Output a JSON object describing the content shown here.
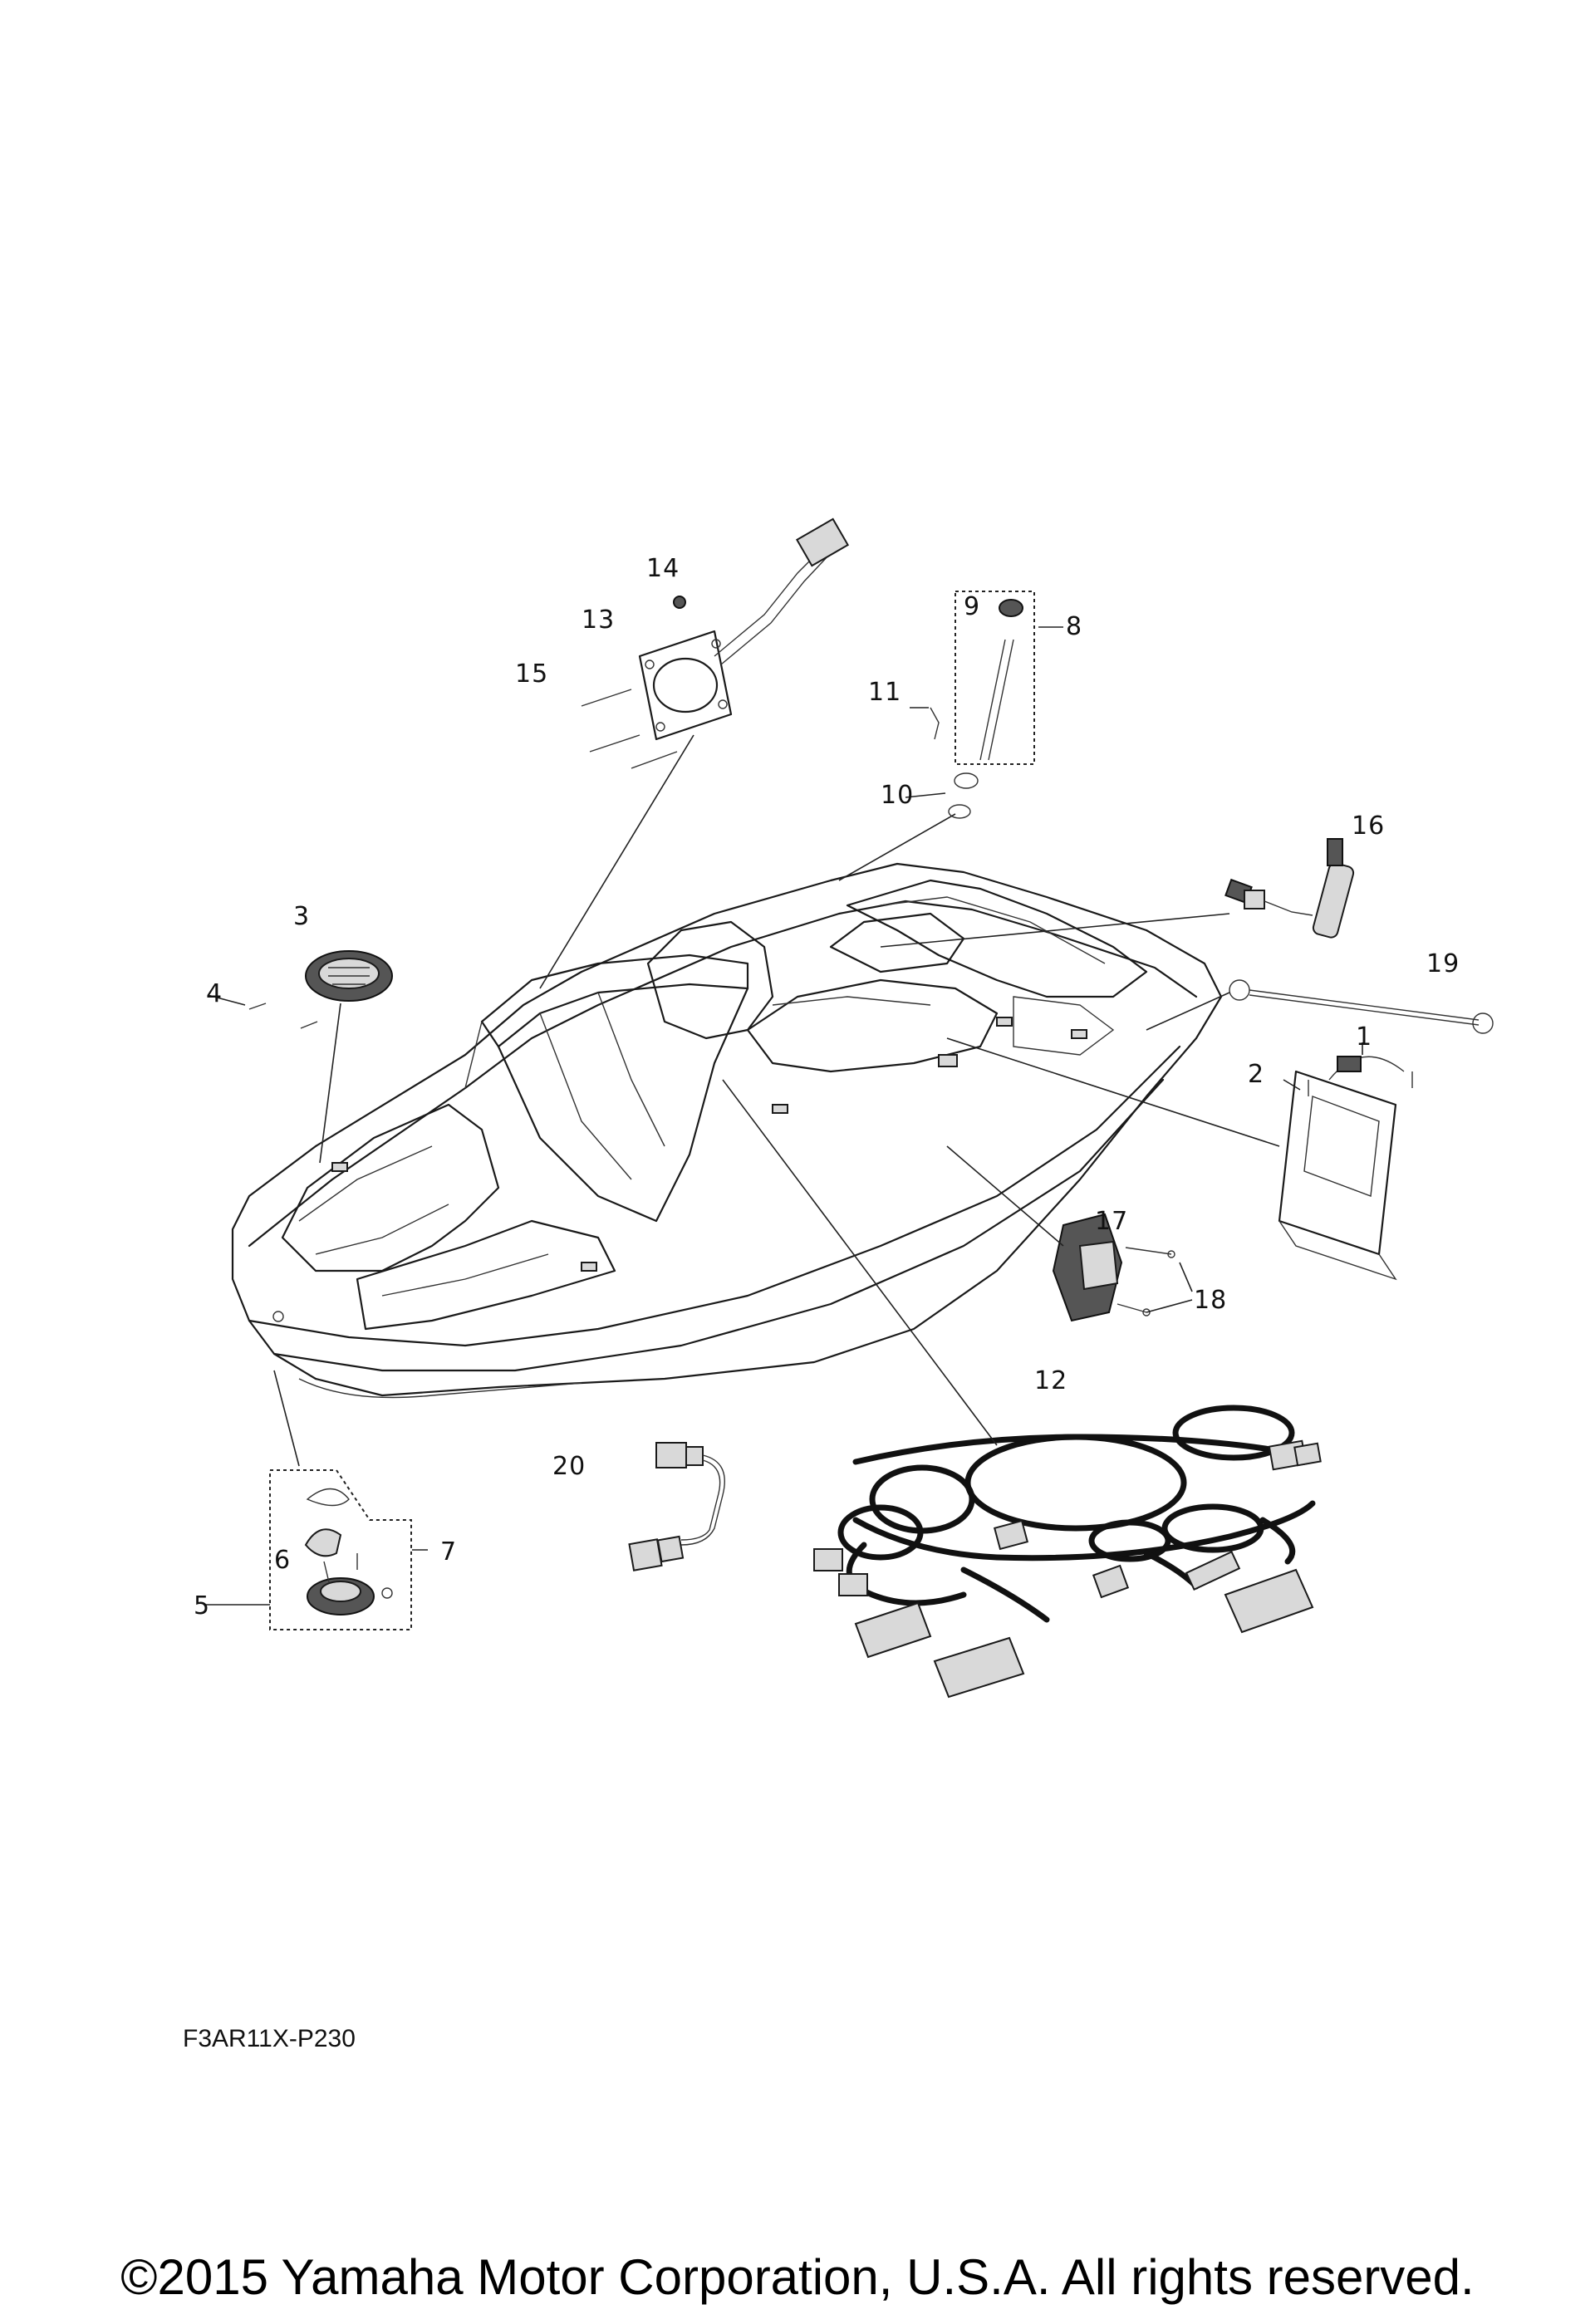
{
  "diagram": {
    "code": "F3AR11X-P230",
    "copyright": "©2015 Yamaha Motor Corporation, U.S.A. All rights reserved.",
    "callouts": [
      "1",
      "2",
      "3",
      "4",
      "5",
      "6",
      "7",
      "8",
      "9",
      "10",
      "11",
      "12",
      "13",
      "14",
      "15",
      "16",
      "17",
      "18",
      "19",
      "20"
    ]
  }
}
